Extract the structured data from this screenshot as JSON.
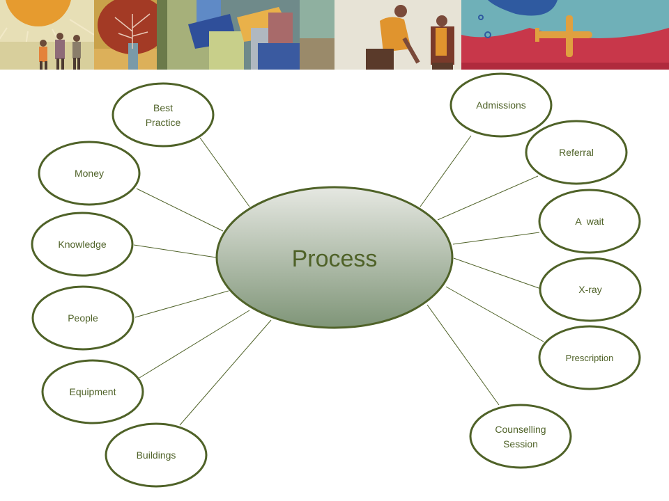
{
  "center": {
    "label": "Process"
  },
  "nodes": {
    "best_practice": {
      "lines": [
        "Best",
        "Practice"
      ]
    },
    "money": {
      "lines": [
        "Money"
      ]
    },
    "knowledge": {
      "lines": [
        "Knowledge"
      ]
    },
    "people": {
      "lines": [
        "People"
      ]
    },
    "equipment": {
      "lines": [
        "Equipment"
      ]
    },
    "buildings": {
      "lines": [
        "Buildings"
      ]
    },
    "admissions": {
      "lines": [
        "Admissions"
      ]
    },
    "referral": {
      "lines": [
        "Referral"
      ]
    },
    "await": {
      "lines": [
        "A  wait"
      ]
    },
    "xray": {
      "lines": [
        "X-ray"
      ]
    },
    "prescription": {
      "lines": [
        "Prescription"
      ]
    },
    "counselling": {
      "lines": [
        "Counselling",
        "Session"
      ]
    }
  },
  "colors": {
    "node_border": "#4f6228",
    "text": "#4f6228",
    "connector": "#4f6228",
    "center_gradient_top": "#e6e8e2",
    "center_gradient_bottom": "#7f9578"
  }
}
